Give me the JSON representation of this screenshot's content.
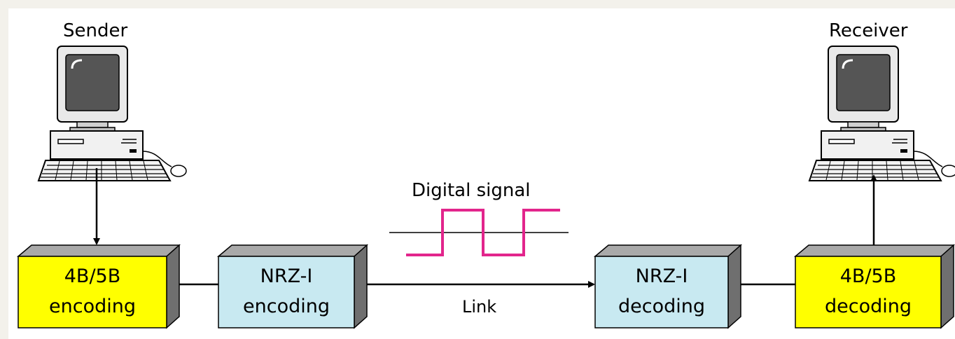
{
  "labels": {
    "sender": "Sender",
    "receiver": "Receiver",
    "signal": "Digital signal",
    "link": "Link"
  },
  "blocks": [
    {
      "id": "sender-4b5b",
      "line1": "4B/5B",
      "line2": "encoding",
      "fill": "#ffff00"
    },
    {
      "id": "sender-nrzi",
      "line1": "NRZ-I",
      "line2": "encoding",
      "fill": "#c8e9f1"
    },
    {
      "id": "receiver-nrzi",
      "line1": "NRZ-I",
      "line2": "decoding",
      "fill": "#c8e9f1"
    },
    {
      "id": "receiver-4b5b",
      "line1": "4B/5B",
      "line2": "decoding",
      "fill": "#ffff00"
    }
  ],
  "colors": {
    "signal": "#e2258c",
    "block_side": "#6f6f6f",
    "block_top": "#a9a9a9",
    "stroke": "#000000",
    "background": "#f3f1eb"
  },
  "icons": [
    "computer-icon",
    "computer-icon"
  ]
}
